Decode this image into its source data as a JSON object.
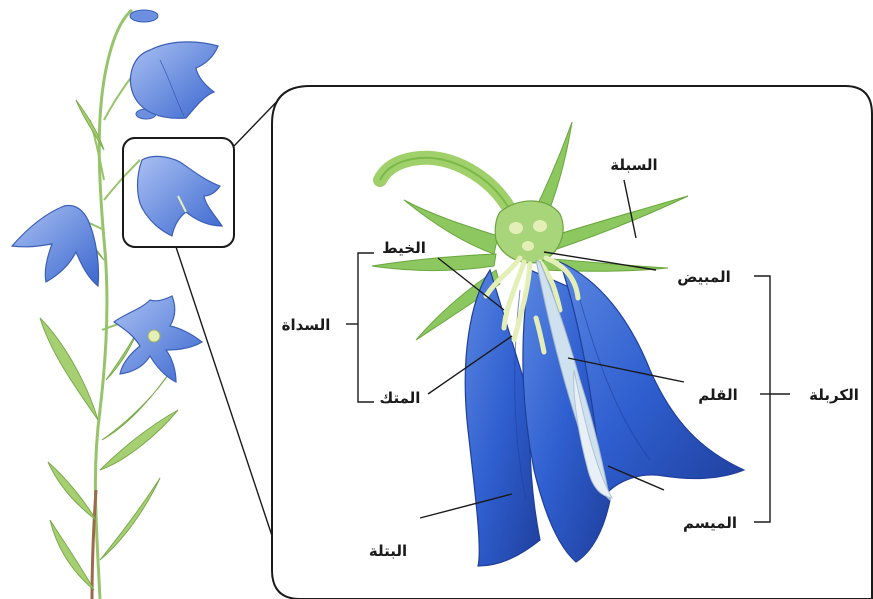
{
  "labels": {
    "sepal": "السبلة",
    "filament": "الخيط",
    "stamen": "السداة",
    "anther": "المتك",
    "ovary": "المبيض",
    "carpel": "الكربلة",
    "style": "القلم",
    "stigma": "الميسم",
    "petal": "البتلة"
  },
  "colors": {
    "petal": "#2f5fd0",
    "petal_dark": "#1f3f9c",
    "petal_light": "#6f95e6",
    "sepal": "#8cc760",
    "stem": "#97c46a",
    "stamen": "#e4efb8",
    "frame": "#1a1a1a"
  }
}
